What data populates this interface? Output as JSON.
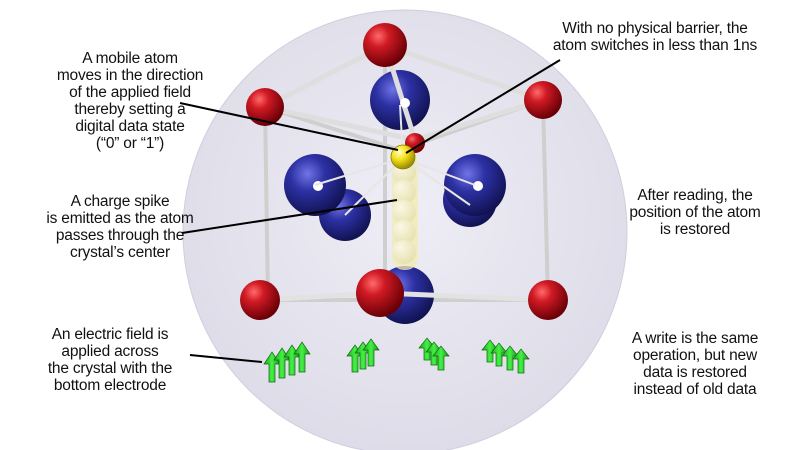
{
  "labels": {
    "mobile_atom": [
      "A mobile atom",
      "moves in the direction",
      "of the applied field",
      "thereby setting a",
      "digital data state",
      "(“0” or “1”)"
    ],
    "no_barrier": [
      "With no physical barrier, the",
      "atom switches in less than 1ns"
    ],
    "charge_spike": [
      "A charge spike",
      "is emitted as the atom",
      "passes through the",
      "crystal’s center"
    ],
    "after_reading": [
      "After reading, the",
      "position of the atom",
      "is restored"
    ],
    "electric_field": [
      "An electric field is",
      "applied across",
      "the crystal with the",
      "bottom electrode"
    ],
    "write": [
      "A write is the same",
      "operation, but new",
      "data is restored",
      "instead of old data"
    ]
  },
  "colors": {
    "background_disc": "#e4e3ee",
    "oxygen_atom": "#c0121e",
    "metal_atom": "#2a2e9a",
    "mobile_atom": "#f2e21a",
    "bond": "#d8d8d8",
    "field_arrow": "#2ee02e"
  }
}
